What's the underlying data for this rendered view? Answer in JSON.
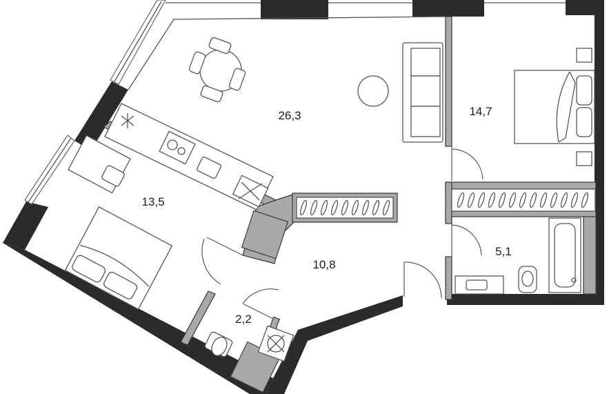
{
  "rooms": [
    {
      "id": "living-kitchen",
      "area": "26,3"
    },
    {
      "id": "bedroom-right",
      "area": "14,7"
    },
    {
      "id": "bedroom-left",
      "area": "13,5"
    },
    {
      "id": "hallway",
      "area": "10,8"
    },
    {
      "id": "bathroom",
      "area": "5,1"
    },
    {
      "id": "wc",
      "area": "2,2"
    }
  ],
  "colors": {
    "outer_wall": "#2b2b2b",
    "inner_wall": "#a9a9a9",
    "line": "#555555",
    "background": "#ffffff"
  }
}
